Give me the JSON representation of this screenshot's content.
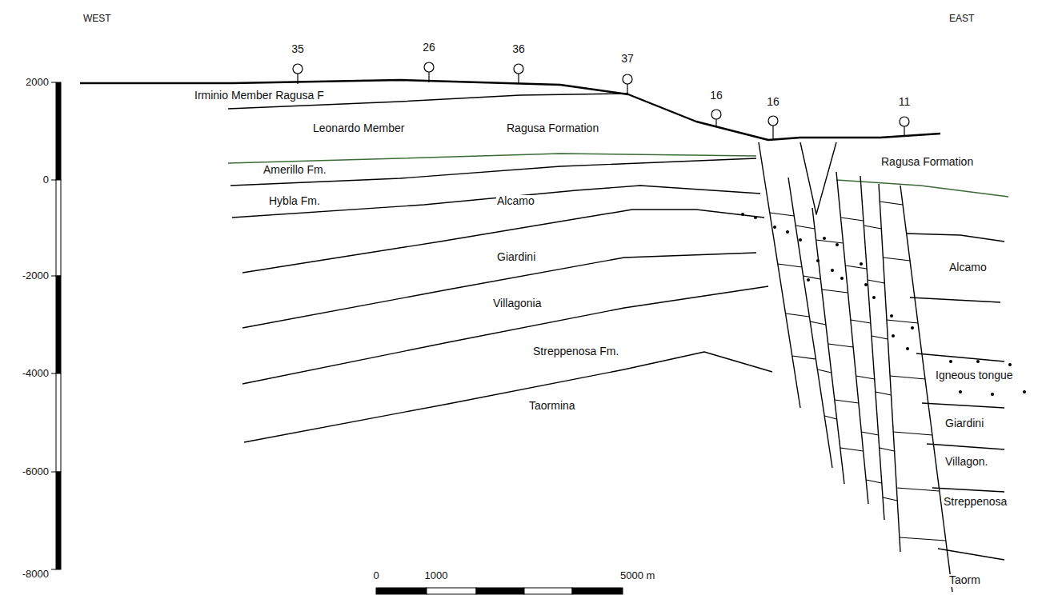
{
  "diagram": {
    "labels": [
      "WEST",
      "EAST",
      "35",
      "26",
      "36",
      "37",
      "16",
      "16",
      "11",
      "2000",
      "0",
      "-2000",
      "-4000",
      "-6000",
      "-8000",
      "Irminio Member Ragusa F",
      "Leonardo Member",
      "Ragusa Formation",
      "Amerillo Fm.",
      "Hybla Fm.",
      "Alcamo",
      "Ragusa Formation",
      "Giardini",
      "Alcamo",
      "Villagonia",
      "Streppenosa Fm.",
      "Igneous tongue",
      "Taormina",
      "Giardini",
      "Villagon.",
      "Streppenosa",
      "Taorm",
      "0",
      "1000",
      "5000 m"
    ]
  }
}
